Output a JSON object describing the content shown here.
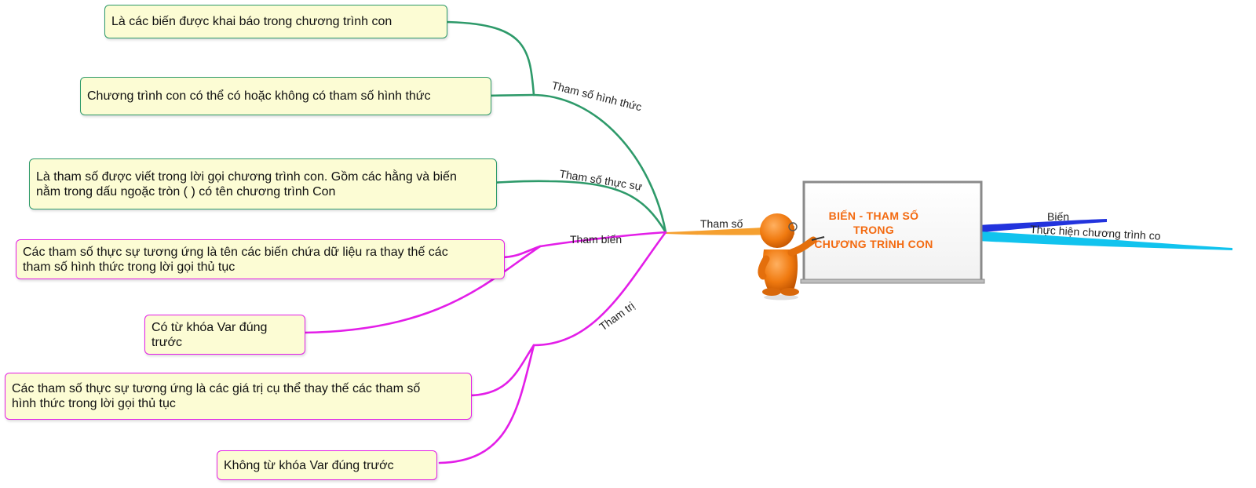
{
  "center": {
    "title_lines": [
      "BIẾN - THAM SỐ",
      "TRONG",
      "CHƯƠNG TRÌNH CON"
    ]
  },
  "branches": {
    "tham_so": "Tham số",
    "hinh_thuc": "Tham số hình thức",
    "thuc_su": "Tham số thực sự",
    "tham_bien": "Tham biến",
    "tham_tri": "Tham trị",
    "bien": "Biến",
    "thuc_hien": "Thực hiện chương trình co"
  },
  "nodes": {
    "hinh_thuc_1": [
      "Là các biến được khai báo trong chương trình con"
    ],
    "hinh_thuc_2": [
      "Chương trình con có thể có hoặc không có tham số hình thức"
    ],
    "thuc_su_1": [
      "Là tham số được viết trong lời gọi chương trình con. Gồm các hằng và biến",
      "nằm trong dấu ngoặc tròn ( ) có tên chương trình Con"
    ],
    "tham_bien_1": [
      "Các tham số thực sự tương ứng là tên các biến chứa dữ liệu ra thay thế các",
      "tham số hình thức trong lời gọi thủ tục"
    ],
    "tham_bien_2": [
      "Có từ khóa Var đúng",
      "trước"
    ],
    "tham_tri_1": [
      "Các tham số thực sự tương ứng là các giá trị cụ thể thay thế các tham số",
      "hình thức trong lời gọi thủ tục"
    ],
    "tham_tri_2": [
      "Không từ khóa Var đúng trước"
    ]
  },
  "colors": {
    "green": "#2e9a6a",
    "pink": "#e31ee8",
    "orange": "#f5a030",
    "title": "#f36a10",
    "blue": "#2233dd",
    "cyan": "#11c3ee",
    "node_fill": "#fcfcd4"
  }
}
